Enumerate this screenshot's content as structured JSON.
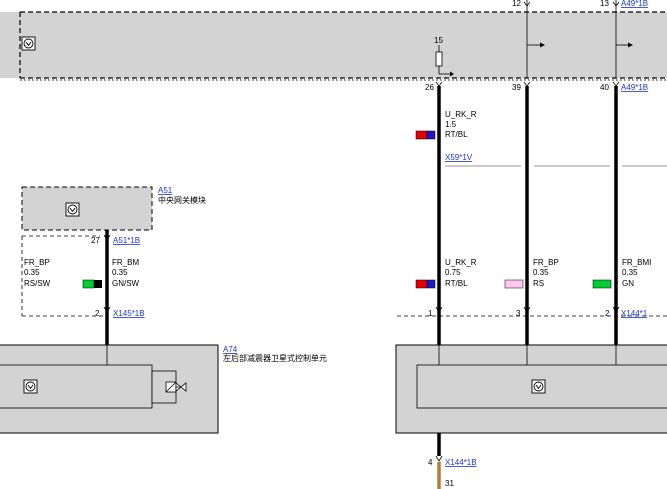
{
  "diagram": {
    "top_connectors": {
      "pin_12": "12",
      "pin_13": "13",
      "ref_A49_top": "A49*1B"
    },
    "top_module": {
      "fuse_number": "15",
      "pin_26": "26",
      "pin_39": "39",
      "pin_40": "40",
      "ref_A49_bottom": "A49*1B"
    },
    "wire_U_RK_R_upper": {
      "name": "U_RK_R",
      "size": "1.5",
      "color": "RT/BL"
    },
    "connector_X59": "X59*1V",
    "module_A51": {
      "id": "A51",
      "label": "中央网关模块",
      "pin": "27",
      "connector": "A51*1B"
    },
    "wire_FR_BP_left": {
      "name": "FR_BP",
      "size": "0.35",
      "color": "RS/SW"
    },
    "wire_FR_BM_left": {
      "name": "FR_BM",
      "size": "0.35",
      "color": "GN/SW"
    },
    "connector_X145": {
      "pin": "2",
      "ref": "X145*1B"
    },
    "module_A74": {
      "id": "A74",
      "label": "左后部减震器卫星式控制单元"
    },
    "wire_U_RK_R_lower": {
      "name": "U_RK_R",
      "size": "0.75",
      "color": "RT/BL"
    },
    "wire_FR_BP_right": {
      "name": "FR_BP",
      "size": "0.35",
      "color": "RS"
    },
    "wire_FR_BM_right": {
      "name": "FR_BMI",
      "size": "0.35",
      "color": "GN"
    },
    "connector_X144": {
      "pin_1": "1",
      "pin_3": "3",
      "pin_2": "2",
      "ref_partial": "X144*1",
      "pin_4": "4",
      "ref": "X144*1B",
      "bottom_pin": "31"
    },
    "colors": {
      "module_fill": "#d3d3d3",
      "link_text": "#1a33cc",
      "red": "#e60000",
      "blue": "#1a1acc",
      "green": "#00cc33",
      "black": "#000000",
      "pink": "#ffc8f0",
      "brown": "#b37a3d"
    },
    "icons": [
      "control-unit-icon",
      "fuse-icon",
      "arrow-icon",
      "valve-actuator-icon"
    ]
  }
}
